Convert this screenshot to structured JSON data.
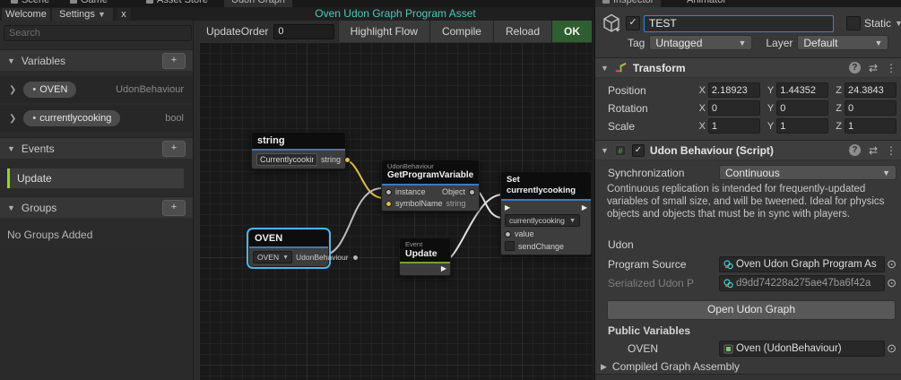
{
  "colors": {
    "accent_teal": "#4dc8b8",
    "node_blue": "#3a7bbf",
    "event_green": "#6fa52c",
    "wire_yellow": "#dcbc45",
    "wire_white": "#e2e2e2",
    "wire_gray": "#bdbdbd",
    "selection_blue": "#4fb3e8",
    "ok_green": "#2f5e31",
    "update_lime": "#9ad422"
  },
  "editor_tabs": {
    "scene": "Scene",
    "game": "Game",
    "asset_store": "Asset Store",
    "udon_graph": "Udon Graph",
    "inspector": "Inspector",
    "animator": "Animator"
  },
  "udon_window": {
    "tabs": {
      "welcome": "Welcome",
      "settings": "Settings",
      "close_tab": "x"
    },
    "title": "Oven Udon Graph Program Asset",
    "toolbar": {
      "update_order_label": "UpdateOrder",
      "update_order_value": "0",
      "highlight_flow": "Highlight Flow",
      "compile": "Compile",
      "reload": "Reload",
      "ok": "OK"
    },
    "sidebar": {
      "search_placeholder": "Search",
      "variables": {
        "title": "Variables",
        "add_label": "+",
        "items": [
          {
            "name": "OVEN",
            "type": "UdonBehaviour"
          },
          {
            "name": "currentlycooking",
            "type": "bool"
          }
        ]
      },
      "events": {
        "title": "Events",
        "add_label": "+",
        "items": [
          {
            "name": "Update"
          }
        ]
      },
      "groups": {
        "title": "Groups",
        "add_label": "+",
        "empty_text": "No Groups Added"
      }
    },
    "graph": {
      "nodes": {
        "string_node": {
          "title": "string",
          "value": "Currentlycooking",
          "output": "string"
        },
        "get_program_variable": {
          "category": "UdonBehaviour",
          "title": "GetProgramVariable",
          "input1": "instance",
          "input2": "symbolName",
          "input2_type": "string",
          "output": "Object"
        },
        "set_variable": {
          "title": "Set currentlycooking",
          "dropdown_value": "currentlycooking",
          "value_port": "value",
          "checkbox_label": "sendChange"
        },
        "oven_node": {
          "title": "OVEN",
          "dropdown_value": "OVEN",
          "output": "UdonBehaviour"
        },
        "update_node": {
          "category": "Event",
          "title": "Update"
        }
      }
    }
  },
  "inspector": {
    "header": {
      "name_value": "TEST",
      "static_label": "Static",
      "tag_label": "Tag",
      "tag_value": "Untagged",
      "layer_label": "Layer",
      "layer_value": "Default"
    },
    "transform": {
      "title": "Transform",
      "axis_labels": {
        "x": "X",
        "y": "Y",
        "z": "Z"
      },
      "position": {
        "label": "Position",
        "x": "2.18923",
        "y": "1.44352",
        "z": "24.3843"
      },
      "rotation": {
        "label": "Rotation",
        "x": "0",
        "y": "0",
        "z": "0"
      },
      "scale": {
        "label": "Scale",
        "x": "1",
        "y": "1",
        "z": "1"
      }
    },
    "udon_behaviour": {
      "title": "Udon Behaviour (Script)",
      "sync_label": "Synchronization",
      "sync_value": "Continuous",
      "help_text": "Continuous replication is intended for frequently-updated variables of small size, and will be tweened. Ideal for physics objects and objects that must be in sync with players.",
      "udon_label": "Udon",
      "program_source_label": "Program Source",
      "program_source_value": "Oven Udon Graph Program As",
      "serialized_label": "Serialized Udon P",
      "serialized_value": "d9dd74228a275ae47ba6f42a",
      "open_graph_button": "Open Udon Graph",
      "public_variables_label": "Public Variables",
      "variable_name": "OVEN",
      "variable_value": "Oven (UdonBehaviour)",
      "compiled_label": "Compiled Graph Assembly"
    }
  }
}
